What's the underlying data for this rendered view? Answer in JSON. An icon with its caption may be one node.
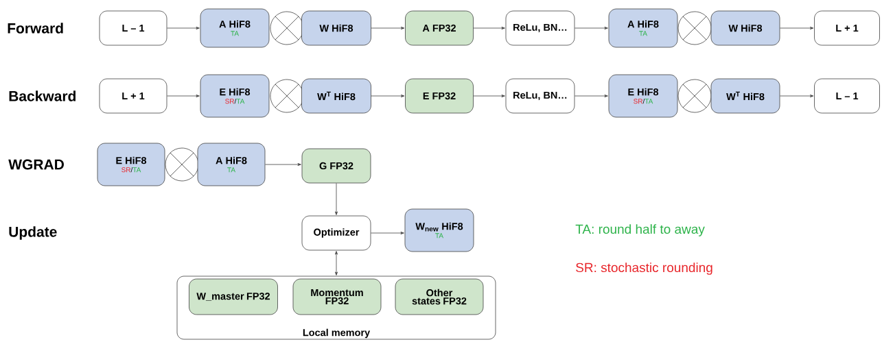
{
  "diagram": {
    "nodes": [
      {
        "text": [
          "L – 1"
        ]
      },
      {
        "text": [
          "A HiF8",
          "TA"
        ]
      },
      {
        "text": [],
        "shape": "circle"
      },
      {
        "text": [
          "W HiF8"
        ]
      },
      {
        "text": [
          "A FP32"
        ]
      },
      {
        "text": [
          "ReLu, BN…"
        ]
      },
      {
        "text": [
          "A HiF8",
          "TA"
        ]
      },
      {
        "text": [],
        "shape": "circle"
      },
      {
        "text": [
          "W HiF8"
        ]
      },
      {
        "text": [
          "L + 1"
        ]
      },
      {
        "text": [
          "L + 1"
        ]
      },
      {
        "text": [
          "E HiF8",
          "SR",
          "/",
          "TA"
        ]
      },
      {
        "text": [],
        "shape": "circle"
      },
      {
        "text": [
          "W$^{T}$ HiF8"
        ]
      },
      {
        "text": [
          "E FP32"
        ]
      },
      {
        "text": [
          "ReLu, BN…"
        ]
      },
      {
        "text": [
          "E HiF8",
          "SR",
          "/",
          "TA"
        ]
      },
      {
        "text": [],
        "shape": "circle"
      },
      {
        "text": [
          "W$^{T}$ HiF8"
        ]
      },
      {
        "text": [
          "L – 1"
        ]
      },
      {
        "text": [
          "E HiF8",
          "SR",
          "/",
          "TA"
        ]
      },
      {
        "text": [],
        "shape": "circle"
      },
      {
        "text": [
          "A HiF8",
          "TA"
        ]
      },
      {
        "text": [
          "G FP32"
        ]
      },
      {
        "text": [
          "Optimizer"
        ]
      },
      {
        "text": [
          "W$_{new}$ HiF8",
          "TA"
        ]
      },
      {
        "text": [
          "Local memory"
        ]
      },
      {
        "text": [
          "W_master FP32"
        ],
        "in": 26
      },
      {
        "text": [
          "Momentum FP32"
        ],
        "in": 26
      },
      {
        "text": [
          "Other states FP32"
        ],
        "in": 26
      }
    ],
    "edges": [
      {
        "from": 0,
        "to": 1,
        "arrow": "to"
      },
      {
        "from": 3,
        "to": 4,
        "arrow": "to"
      },
      {
        "from": 4,
        "to": 5,
        "arrow": "to"
      },
      {
        "from": 5,
        "to": 6,
        "arrow": "to"
      },
      {
        "from": 8,
        "to": 9,
        "arrow": "to"
      },
      {
        "from": 10,
        "to": 11,
        "arrow": "to"
      },
      {
        "from": 13,
        "to": 14,
        "arrow": "to"
      },
      {
        "from": 14,
        "to": 15,
        "arrow": "to"
      },
      {
        "from": 15,
        "to": 16,
        "arrow": "to"
      },
      {
        "from": 18,
        "to": 19,
        "arrow": "to"
      },
      {
        "from": 22,
        "to": 23,
        "arrow": "to"
      },
      {
        "from": 23,
        "to": 24,
        "arrow": "to"
      },
      {
        "from": 24,
        "to": 25,
        "arrow": "to"
      },
      {
        "from": 24,
        "to": 26,
        "arrow": "both"
      }
    ],
    "labels": [
      "Forward",
      "Backward",
      "WGRAD",
      "Update"
    ],
    "legend": [
      {
        "text": "TA: round half to away",
        "color": "#2db34a"
      },
      {
        "text": "SR: stochastic rounding",
        "color": "#e8262b"
      }
    ]
  }
}
